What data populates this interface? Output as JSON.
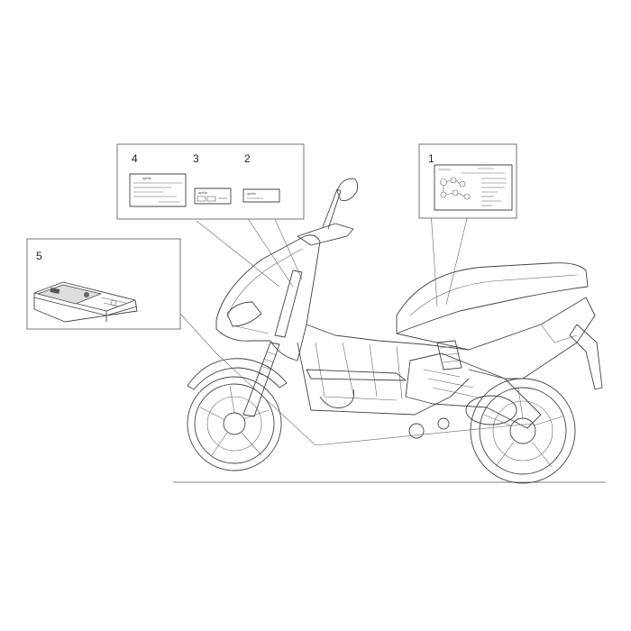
{
  "callouts": {
    "c1": "1",
    "c2": "2",
    "c3": "3",
    "c4": "4",
    "c5": "5"
  },
  "decals": {
    "brand": "aprilia"
  }
}
